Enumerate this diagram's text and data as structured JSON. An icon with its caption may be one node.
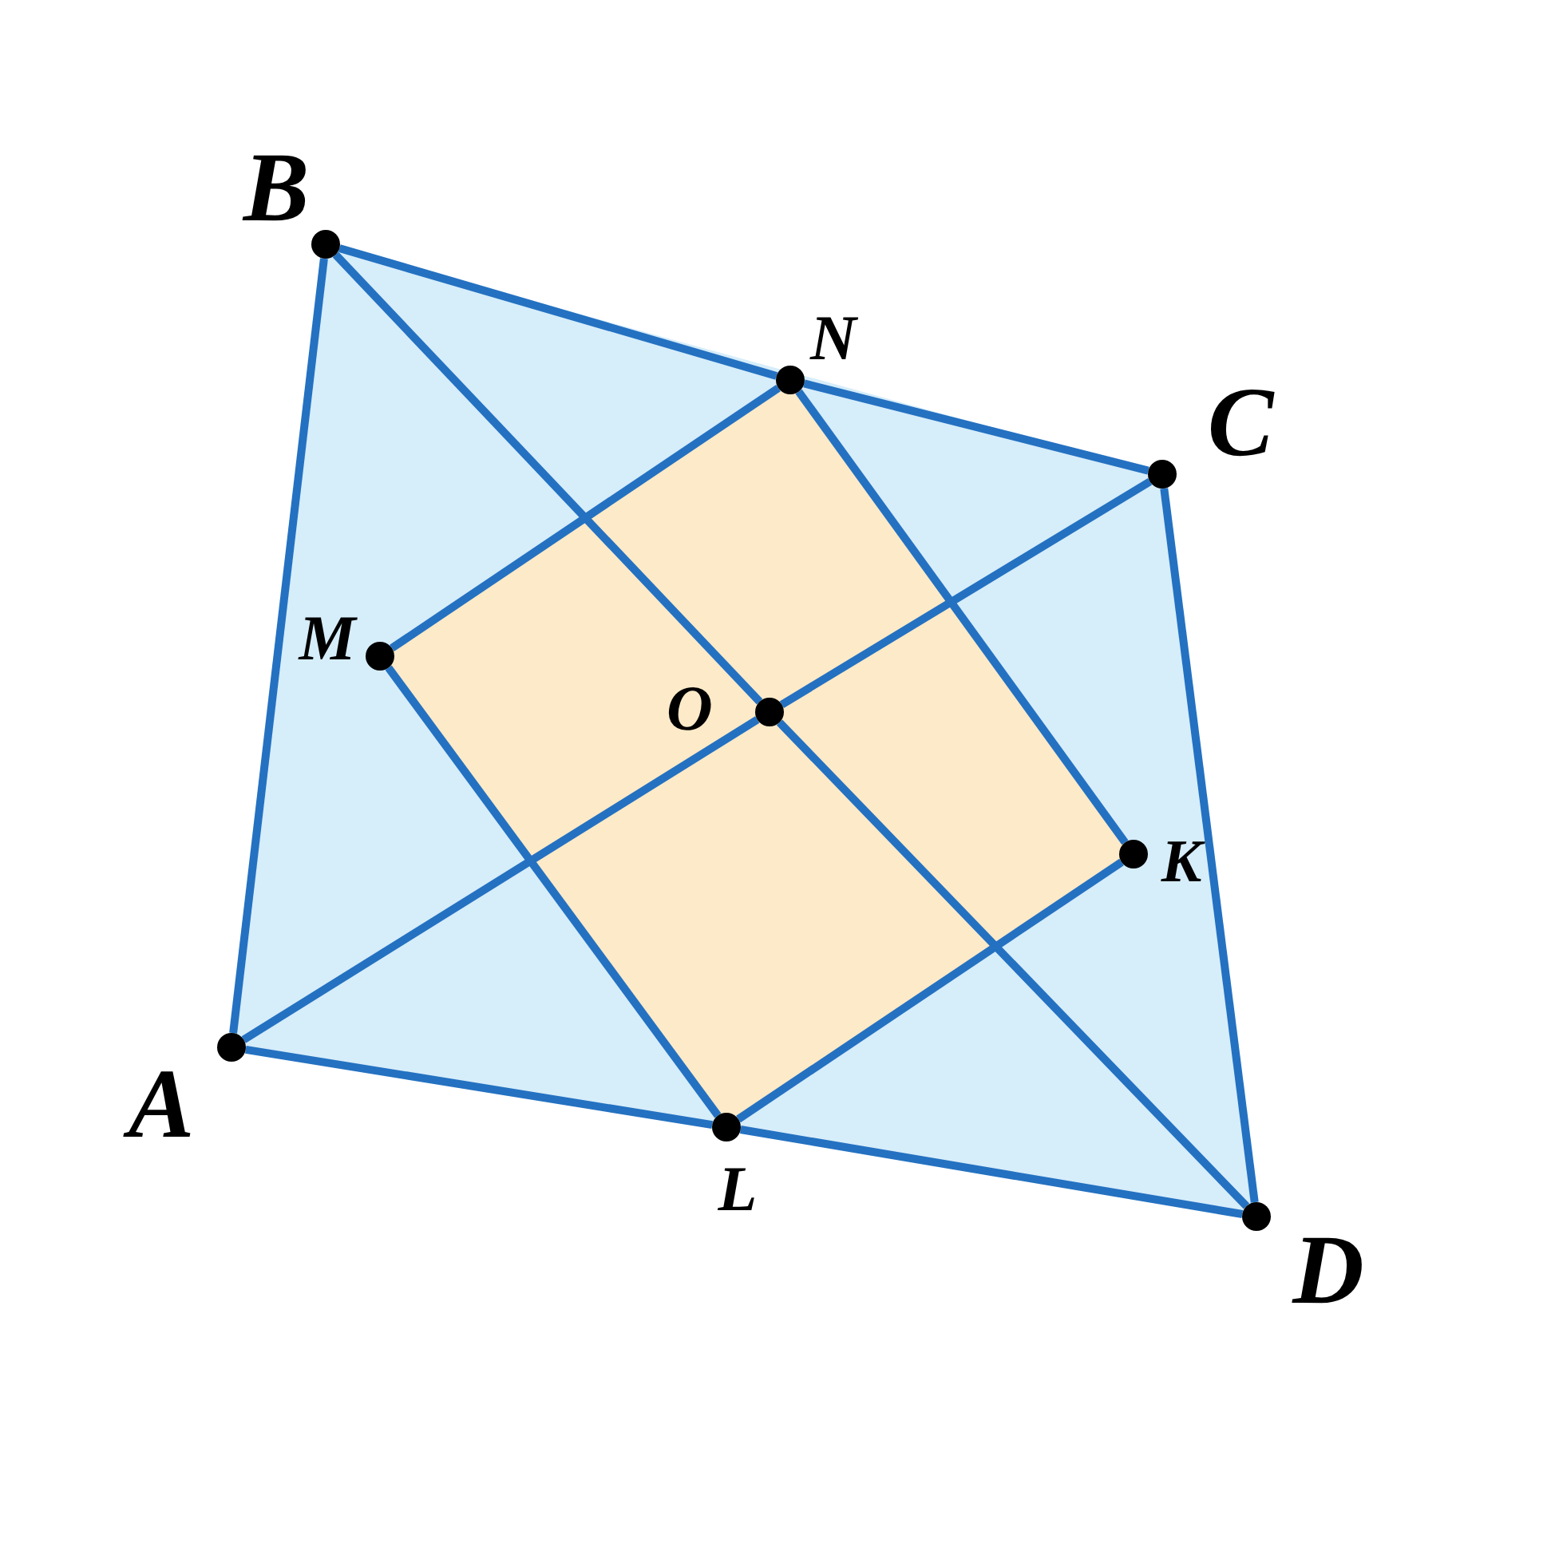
{
  "diagram": {
    "nodes": [
      {
        "text": [],
        "shape": "circle",
        "beside": [
          "B"
        ]
      },
      {
        "text": [],
        "shape": "circle",
        "beside": [
          "N"
        ]
      },
      {
        "text": [],
        "shape": "circle",
        "beside": [
          "C"
        ]
      },
      {
        "text": [],
        "shape": "circle",
        "beside": [
          "M"
        ]
      },
      {
        "text": [],
        "shape": "circle",
        "beside": [
          "O"
        ]
      },
      {
        "text": [],
        "shape": "circle",
        "beside": [
          "K"
        ]
      },
      {
        "text": [],
        "shape": "circle",
        "beside": [
          "A"
        ]
      },
      {
        "text": [],
        "shape": "circle",
        "beside": [
          "L"
        ]
      },
      {
        "text": [],
        "shape": "circle",
        "beside": [
          "D"
        ]
      }
    ],
    "edges": [
      {
        "from": 0,
        "to": 1,
        "arrow": "none"
      },
      {
        "from": 1,
        "to": 2,
        "arrow": "none"
      },
      {
        "from": 2,
        "to": 8,
        "arrow": "none"
      },
      {
        "from": 8,
        "to": 7,
        "arrow": "none"
      },
      {
        "from": 7,
        "to": 6,
        "arrow": "none"
      },
      {
        "from": 6,
        "to": 0,
        "arrow": "none"
      },
      {
        "from": 6,
        "to": 4,
        "arrow": "none"
      },
      {
        "from": 4,
        "to": 2,
        "arrow": "none"
      },
      {
        "from": 0,
        "to": 4,
        "arrow": "none"
      },
      {
        "from": 4,
        "to": 8,
        "arrow": "none"
      },
      {
        "from": 3,
        "to": 1,
        "arrow": "none"
      },
      {
        "from": 1,
        "to": 5,
        "arrow": "none"
      },
      {
        "from": 5,
        "to": 7,
        "arrow": "none"
      },
      {
        "from": 7,
        "to": 3,
        "arrow": "none"
      }
    ]
  }
}
